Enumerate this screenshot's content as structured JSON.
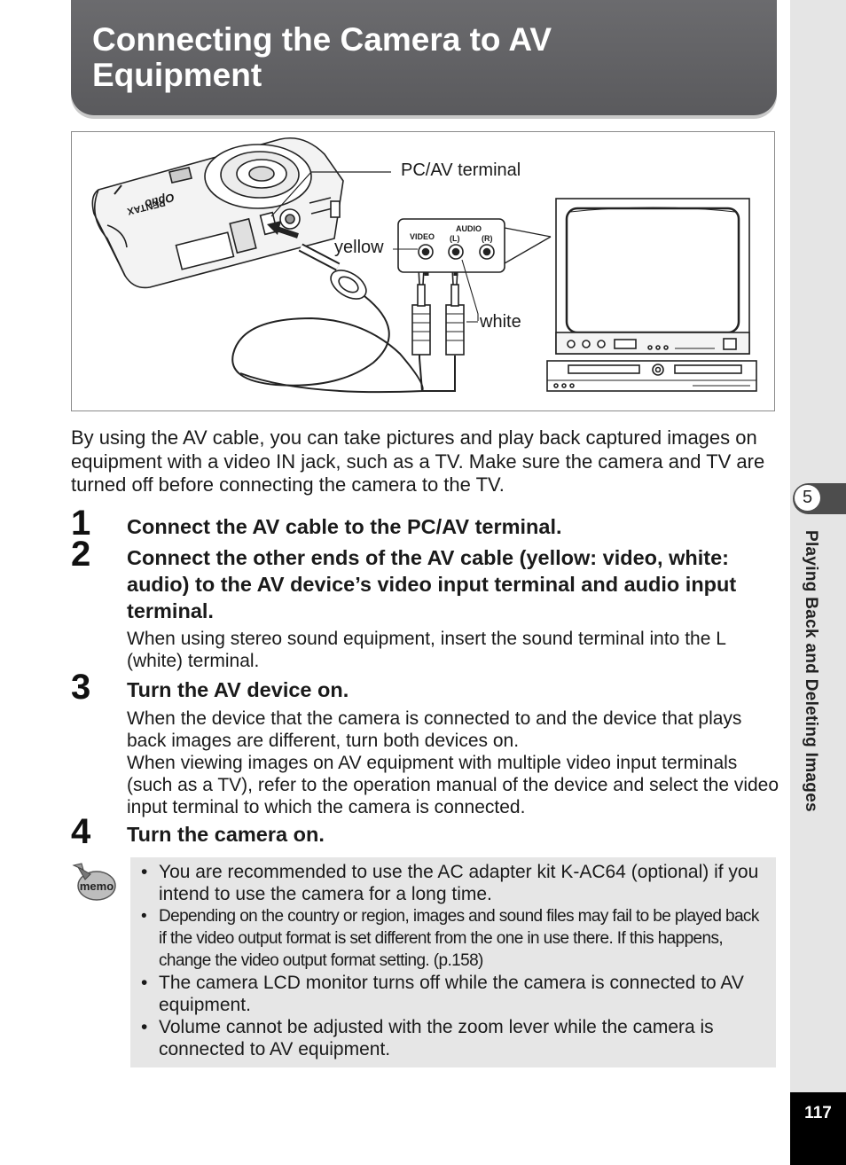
{
  "header": {
    "title": "Connecting the Camera to AV Equipment"
  },
  "side_tab": {
    "chapter_number": "5",
    "chapter_title": "Playing Back and Deleting Images"
  },
  "page_number": "117",
  "figure": {
    "label_terminal": "PC/AV terminal",
    "label_yellow": "yellow",
    "label_white": "white",
    "jack_video": "VIDEO",
    "jack_audio": "AUDIO",
    "jack_l": "(L)",
    "jack_r": "(R)",
    "camera_brand": "PENTAX",
    "camera_model": "Optio"
  },
  "intro": "By using the AV cable, you can take pictures and play back captured images on equipment with a video IN jack, such as a TV. Make sure the camera and TV are turned off before connecting the camera to the TV.",
  "steps": [
    {
      "number": "1",
      "heading": "Connect the AV cable to the PC/AV terminal.",
      "body": ""
    },
    {
      "number": "2",
      "heading": "Connect the other ends of the AV cable (yellow: video, white: audio) to the AV device’s video input terminal and audio input terminal.",
      "body": "When using stereo sound equipment, insert the sound terminal into the L (white) terminal."
    },
    {
      "number": "3",
      "heading": "Turn the AV device on.",
      "body": "When the device that the camera is connected to and the device that plays back images are different, turn both devices on.",
      "body2": "When viewing images on AV equipment with multiple video input terminals (such as a TV), refer to the operation manual of the device and select the video input terminal to which the camera is connected."
    },
    {
      "number": "4",
      "heading": "Turn the camera on.",
      "body": ""
    }
  ],
  "memo": {
    "icon_label": "memo",
    "items": [
      "You are recommended to use the AC adapter kit K-AC64 (optional) if you intend to use the camera for a long time.",
      "Depending on the country or region, images and sound files may fail to be played back if the video output format is set different from the one in use there. If this happens, change the video output format setting. (p.158)",
      "The camera LCD monitor turns off while the camera is connected to AV equipment.",
      "Volume cannot be adjusted with the zoom lever while the camera is connected to AV equipment."
    ]
  }
}
